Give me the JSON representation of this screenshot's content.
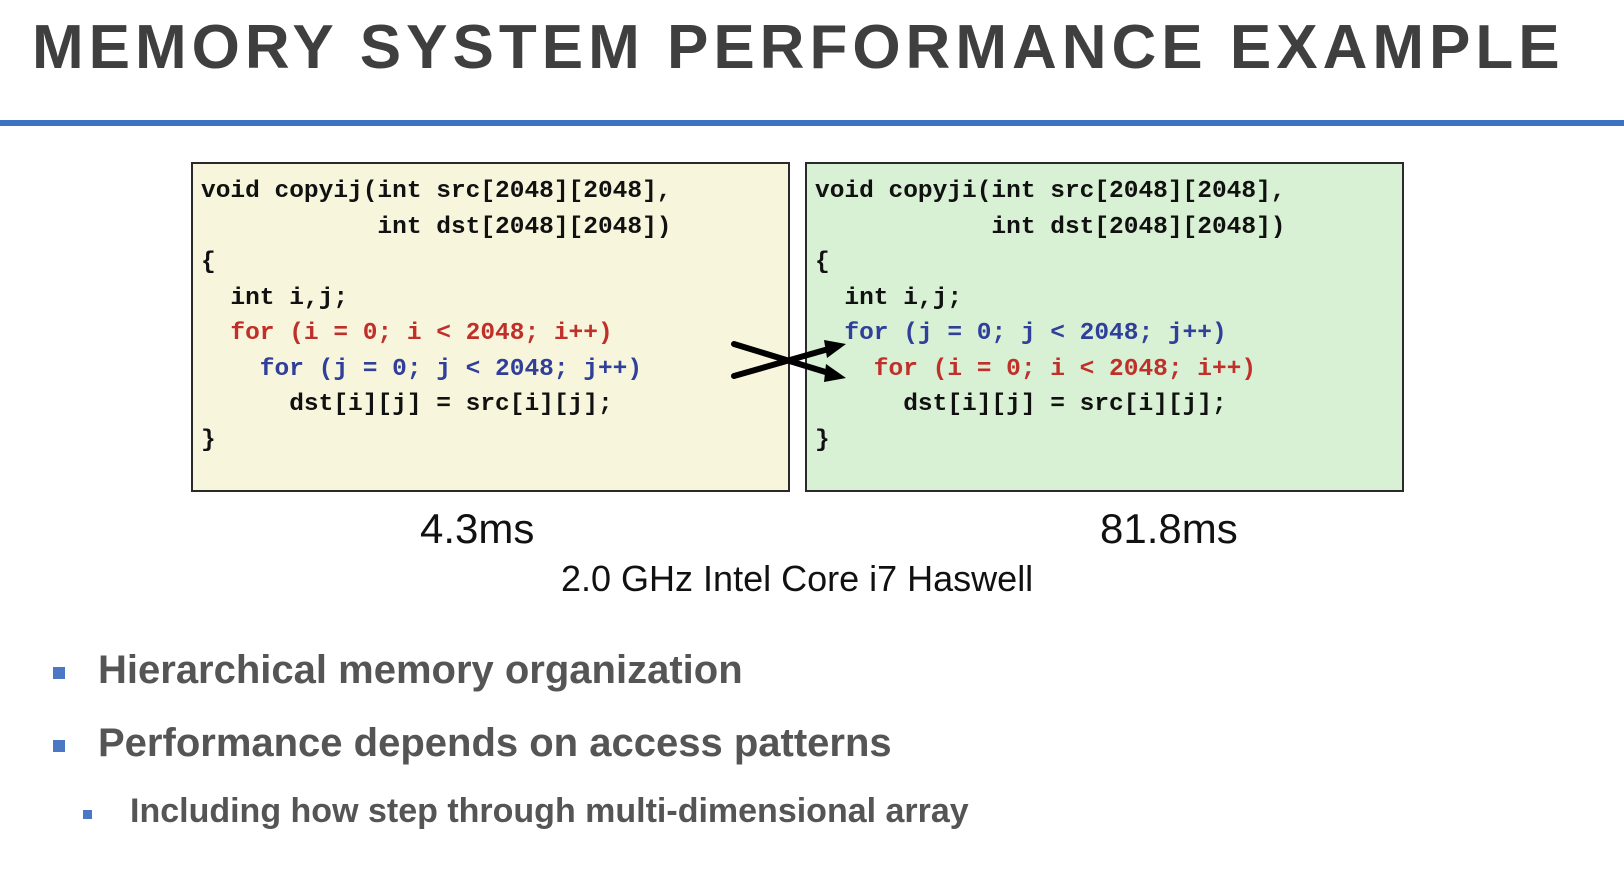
{
  "slide": {
    "title": "MEMORY SYSTEM PERFORMANCE EXAMPLE"
  },
  "code": {
    "left": {
      "lines": [
        "void copyij(int src[2048][2048],",
        "            int dst[2048][2048])",
        "{",
        "  int i,j;",
        "  for (i = 0; i < 2048; i++)",
        "    for (j = 0; j < 2048; j++)",
        "      dst[i][j] = src[i][j];",
        "}"
      ],
      "timing": "4.3ms"
    },
    "right": {
      "lines": [
        "void copyji(int src[2048][2048],",
        "            int dst[2048][2048])",
        "{",
        "  int i,j;",
        "  for (j = 0; j < 2048; j++)",
        "    for (i = 0; i < 2048; i++)",
        "      dst[i][j] = src[i][j];",
        "}"
      ],
      "timing": "81.8ms"
    },
    "processor": "2.0 GHz Intel Core i7 Haswell"
  },
  "bullets": [
    {
      "text": "Hierarchical memory organization"
    },
    {
      "text": "Performance depends on access patterns"
    },
    {
      "text": "Including how step through multi-dimensional array"
    }
  ],
  "colors": {
    "accent": "#3e73c3",
    "loop_i": "#c0302a",
    "loop_j": "#2f3f9a",
    "left_panel_bg": "#f8f5dd",
    "right_panel_bg": "#d8f0d3",
    "title_text": "#3f3f3f",
    "bullet_text": "#555555"
  }
}
